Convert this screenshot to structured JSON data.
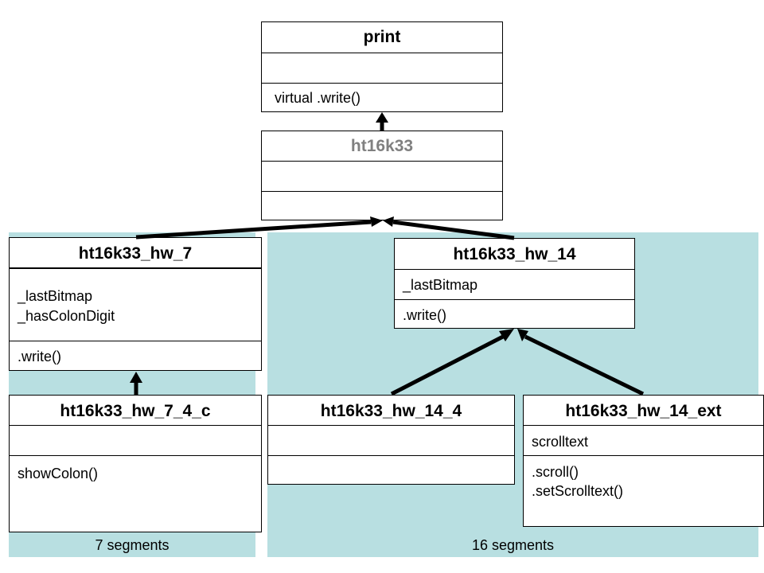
{
  "regions": {
    "seven": "7 segments",
    "sixteen": "16 segments"
  },
  "classes": {
    "print": {
      "name": "print",
      "attributes": [],
      "methods": [
        "virtual .write()"
      ]
    },
    "ht16k33": {
      "name": "ht16k33",
      "attributes": [],
      "methods": [],
      "name_color": "#808080"
    },
    "hw7": {
      "name": "ht16k33_hw_7",
      "attributes": [
        "_lastBitmap",
        "_hasColonDigit"
      ],
      "methods": [
        ".write()"
      ]
    },
    "hw14": {
      "name": "ht16k33_hw_14",
      "attributes": [
        "_lastBitmap"
      ],
      "methods": [
        ".write()"
      ]
    },
    "hw74c": {
      "name": "ht16k33_hw_7_4_c",
      "attributes": [],
      "methods": [
        "showColon()"
      ]
    },
    "hw144": {
      "name": "ht16k33_hw_14_4",
      "attributes": [],
      "methods": []
    },
    "hw14ext": {
      "name": "ht16k33_hw_14_ext",
      "attributes": [
        "scrolltext"
      ],
      "methods": [
        ".scroll()",
        ".setScrolltext()"
      ]
    }
  }
}
